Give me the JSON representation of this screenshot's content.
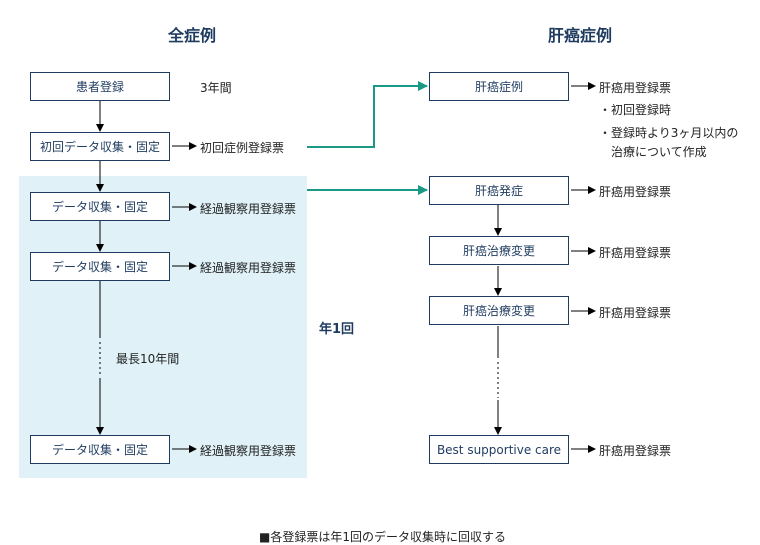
{
  "titles": {
    "left": "全症例",
    "right": "肝癌症例"
  },
  "left_boxes": {
    "registration": "患者登録",
    "initial_collection": "初回データ収集・固定",
    "collection_1": "データ収集・固定",
    "collection_2": "データ収集・固定",
    "collection_last": "データ収集・固定"
  },
  "left_labels": {
    "three_years": "3年間",
    "initial_form": "初回症例登録票",
    "followup_form_1": "経過観察用登録票",
    "followup_form_2": "経過観察用登録票",
    "max_ten_years": "最長10年間",
    "followup_form_last": "経過観察用登録票"
  },
  "annual": "年1回",
  "right_boxes": {
    "liver_case": "肝癌症例",
    "onset": "肝癌発症",
    "treatment_change_1": "肝癌治療変更",
    "treatment_change_2": "肝癌治療変更",
    "best_supportive_care": "Best supportive care"
  },
  "right_labels": {
    "form_case": "肝癌用登録票",
    "note_1": "・初回登録時",
    "note_2": "・登録時より3ヶ月以内の",
    "note_3": "治療について作成",
    "form_onset": "肝癌用登録票",
    "form_change_1": "肝癌用登録票",
    "form_change_2": "肝癌用登録票",
    "form_bsc": "肝癌用登録票"
  },
  "footnote": "■各登録票は年1回のデータ収集時に回収する",
  "colors": {
    "navy": "#1f3b5f",
    "teal": "#1a9a86",
    "shade": "#e0f2f8"
  }
}
